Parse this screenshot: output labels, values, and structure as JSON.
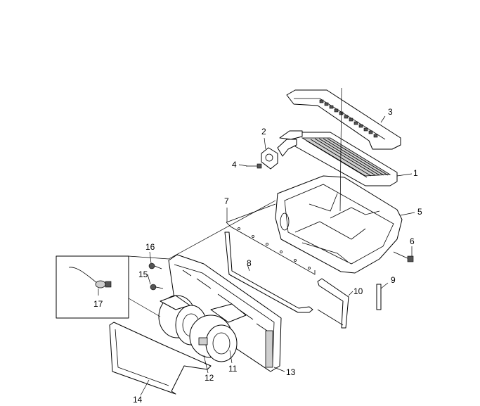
{
  "callouts": [
    {
      "id": "1",
      "label": "1"
    },
    {
      "id": "2",
      "label": "2"
    },
    {
      "id": "3",
      "label": "3"
    },
    {
      "id": "4",
      "label": "4"
    },
    {
      "id": "5",
      "label": "5"
    },
    {
      "id": "6",
      "label": "6"
    },
    {
      "id": "7",
      "label": "7"
    },
    {
      "id": "8",
      "label": "8"
    },
    {
      "id": "9",
      "label": "9"
    },
    {
      "id": "10",
      "label": "10"
    },
    {
      "id": "11",
      "label": "11"
    },
    {
      "id": "12",
      "label": "12"
    },
    {
      "id": "13",
      "label": "13"
    },
    {
      "id": "14",
      "label": "14"
    },
    {
      "id": "15",
      "label": "15"
    },
    {
      "id": "16",
      "label": "16"
    },
    {
      "id": "17",
      "label": "17"
    }
  ],
  "colors": {
    "line": "#000000",
    "background": "#ffffff"
  }
}
